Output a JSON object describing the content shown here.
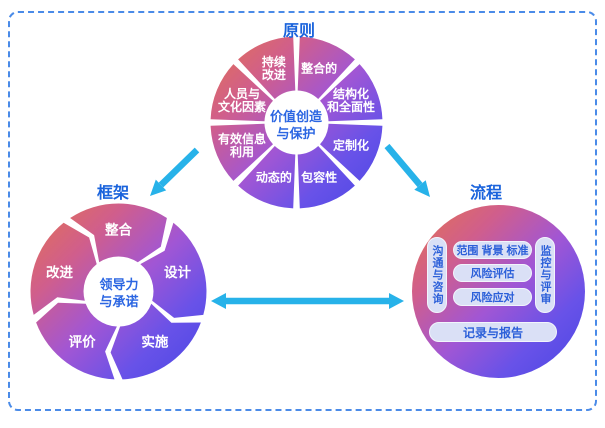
{
  "arrow_color": "#27B2E9",
  "border_color": "#4A8BE8",
  "gradient_stops": [
    "#E5734F",
    "#D05E8C",
    "#A156D4",
    "#6852E8",
    "#4946E4"
  ],
  "gradient_offsets": [
    0,
    0.27,
    0.52,
    0.75,
    1
  ],
  "text_colors": {
    "title": "#1A63DC",
    "center": "#2B66E2",
    "pill": "#2B5FD9",
    "segment": "#FFFFFF"
  },
  "pill_bg": "#DAE0F6",
  "principles": {
    "title": "原则",
    "center_text": "价值创造与保护",
    "center_lines": [
      "价值创造",
      "与保护"
    ],
    "segments": [
      [
        "整合的"
      ],
      [
        "结构化",
        "和全面性"
      ],
      [
        "定制化"
      ],
      [
        "包容性"
      ],
      [
        "动态的"
      ],
      [
        "有效信息",
        "利用"
      ],
      [
        "人员与",
        "文化因素"
      ],
      [
        "持续",
        "改进"
      ]
    ]
  },
  "framework": {
    "title": "框架",
    "center_text": "领导力与承诺",
    "center_lines": [
      "领导力",
      "与承诺"
    ],
    "segments": [
      [
        "整合"
      ],
      [
        "设计"
      ],
      [
        "实施"
      ],
      [
        "评价"
      ],
      [
        "改进"
      ]
    ]
  },
  "process": {
    "title": "流程",
    "communication": "沟通与咨询",
    "monitoring": "监控与评审",
    "steps": [
      "范围 背景 标准",
      "风险评估",
      "风险应对"
    ],
    "record": "记录与报告"
  }
}
